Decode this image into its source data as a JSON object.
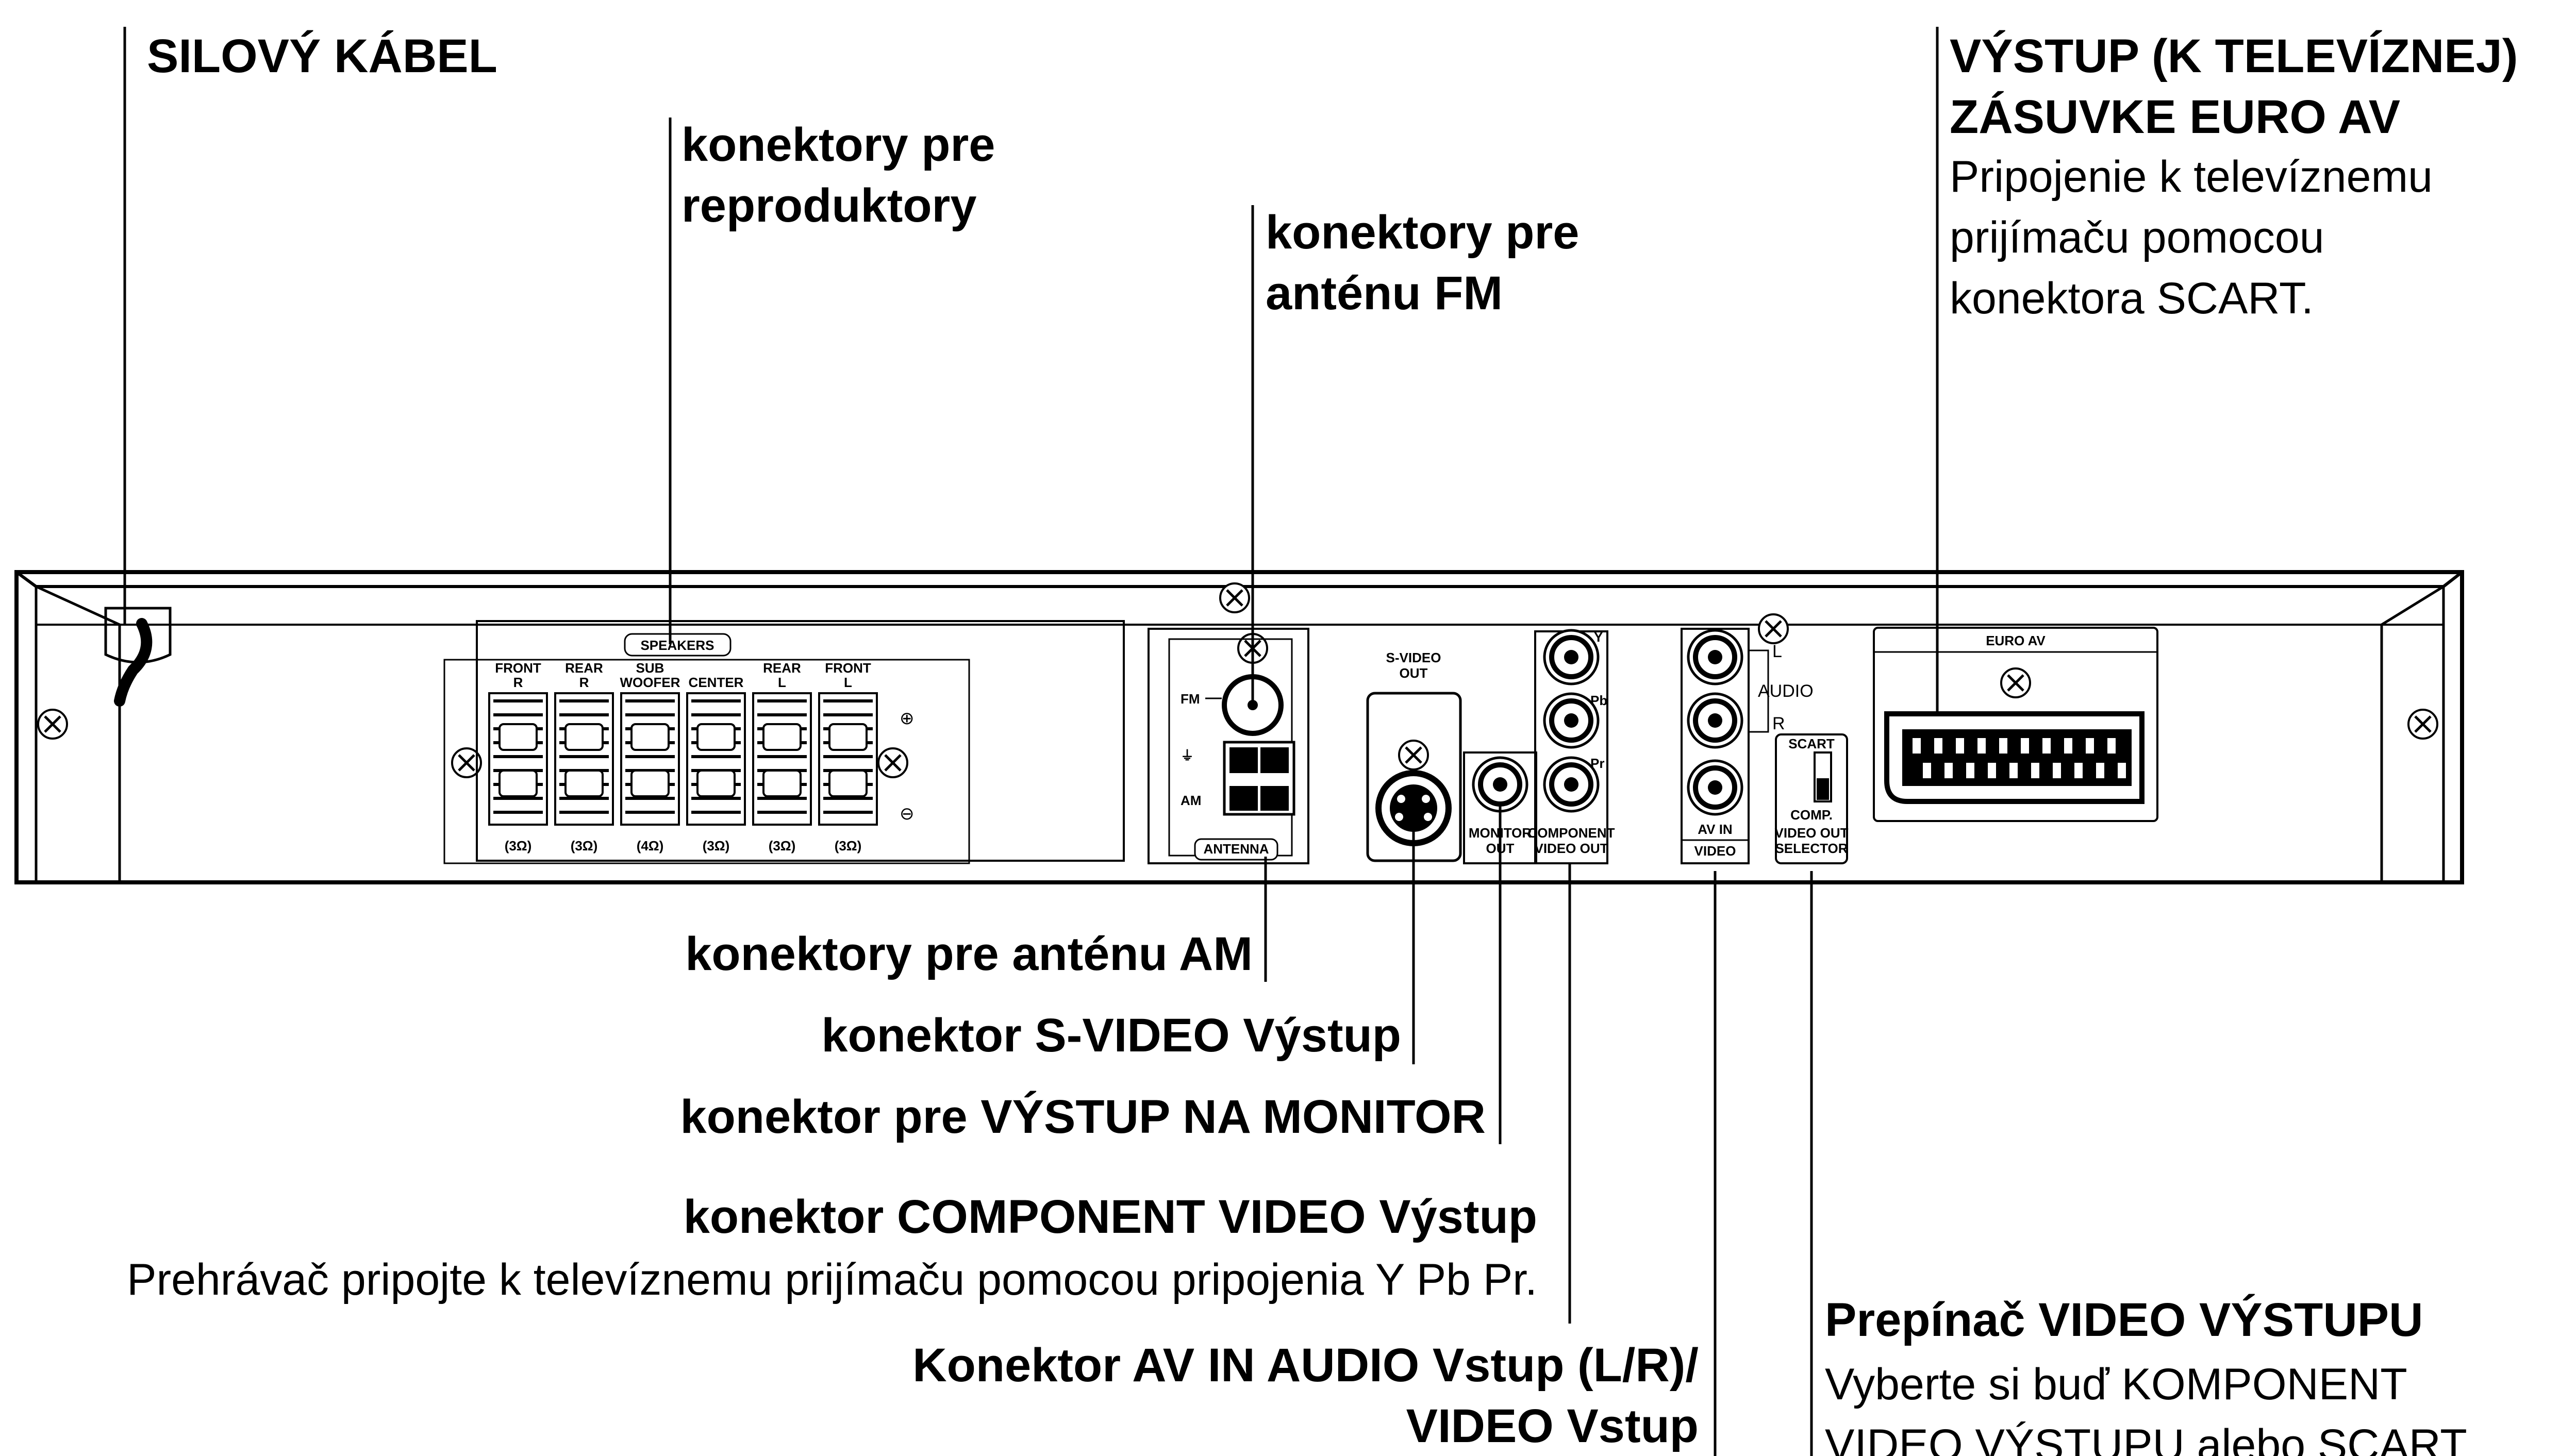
{
  "labels": {
    "power_cable": "SILOVÝ KÁBEL",
    "speaker_connectors": [
      "konektory pre",
      "reproduktory"
    ],
    "fm_connectors": [
      "konektory pre",
      "anténu FM"
    ],
    "euro_av_out": [
      "VÝSTUP (K TELEVÍZNEJ)",
      "ZÁSUVKE EURO AV"
    ],
    "euro_av_desc": [
      "Pripojenie k televíznemu",
      "prijímaču pomocou",
      "konektora SCART."
    ],
    "am_connectors": "konektory pre anténu AM",
    "svideo_out": "konektor S-VIDEO Výstup",
    "monitor_out": "konektor pre VÝSTUP NA MONITOR",
    "component_out": "konektor COMPONENT VIDEO Výstup",
    "component_desc": "Prehrávač pripojte k televíznemu prijímaču pomocou pripojenia Y Pb Pr.",
    "av_in": [
      "Konektor AV IN AUDIO Vstup (L/R)/",
      "VIDEO Vstup"
    ],
    "video_selector": "Prepínač VIDEO VÝSTUPU",
    "video_selector_desc": [
      "Vyberte si buď KOMPONENT",
      "VIDEO VÝSTUPU alebo SCART"
    ]
  },
  "panel": {
    "speakers_title": "SPEAKERS",
    "speaker_channels": [
      {
        "top": "FRONT",
        "sub": "R",
        "ohm": "(3Ω)"
      },
      {
        "top": "REAR",
        "sub": "R",
        "ohm": "(3Ω)"
      },
      {
        "top": "SUB",
        "sub": "WOOFER",
        "ohm": "(4Ω)"
      },
      {
        "top": "",
        "sub": "CENTER",
        "ohm": "(3Ω)"
      },
      {
        "top": "REAR",
        "sub": "L",
        "ohm": "(3Ω)"
      },
      {
        "top": "FRONT",
        "sub": "L",
        "ohm": "(3Ω)"
      }
    ],
    "plus": "⊕",
    "minus": "⊖",
    "fm": "FM",
    "am": "AM",
    "antenna": "ANTENNA",
    "svideo": [
      "S-VIDEO",
      "OUT"
    ],
    "monitor": [
      "MONITOR",
      "OUT"
    ],
    "component": [
      "COMPONENT",
      "VIDEO OUT"
    ],
    "y": "Y",
    "pb": "Pb",
    "pr": "Pr",
    "audio": "AUDIO",
    "l": "L",
    "r": "R",
    "avin": [
      "AV IN",
      "VIDEO"
    ],
    "scart": "SCART",
    "comp": "COMP.",
    "selector": [
      "VIDEO OUT",
      "SELECTOR"
    ],
    "euro_av": "EURO AV"
  }
}
